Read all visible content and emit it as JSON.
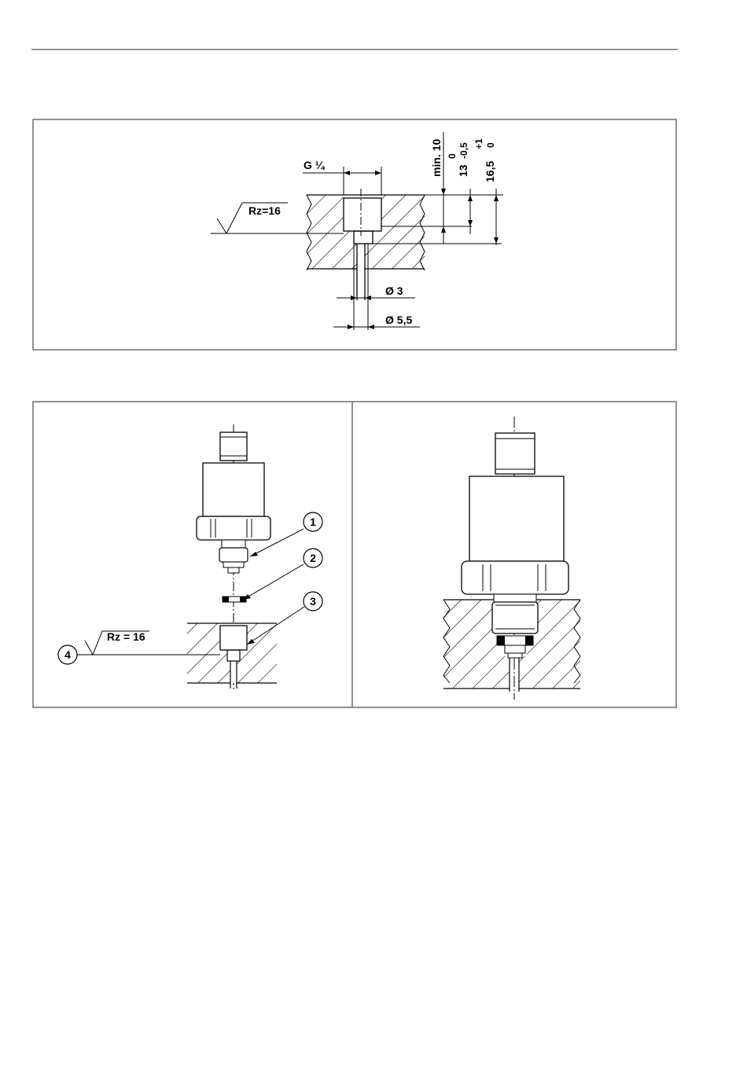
{
  "figure1": {
    "thread_label": "G ¼",
    "surface_label": "Rz=16",
    "dim_min_depth": "min. 10",
    "dim_13_base": "13",
    "dim_13_tol_upper": "0",
    "dim_13_tol_lower": "-0,5",
    "dim_165_base": "16,5",
    "dim_165_tol_upper": "+1",
    "dim_165_tol_lower": "0",
    "dim_bore_small": "Ø 3",
    "dim_bore_large": "Ø 5,5"
  },
  "figure2": {
    "surface_label": "Rz = 16",
    "callouts": [
      "1",
      "2",
      "3",
      "4"
    ]
  },
  "colors": {
    "line": "#000000",
    "frame": "#555555",
    "background": "#ffffff"
  }
}
